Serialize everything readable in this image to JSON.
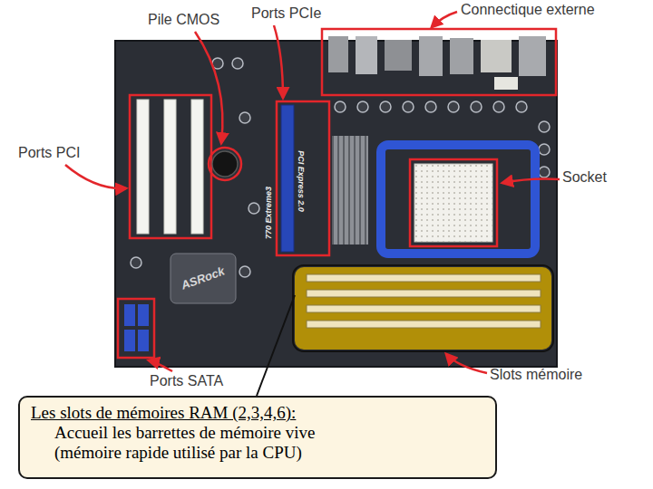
{
  "diagram": {
    "nodes": [
      {
        "text": [
          "Les slots de mémoires RAM (2,3,4,6):",
          "Accueil les barrettes de mémoire vive (mémoire rapide utilisé par la CPU)"
        ]
      }
    ],
    "labels": [
      "Pile CMOS",
      "Ports PCIe",
      "Connectique externe",
      "Ports PCI",
      "PCI Express 2.0",
      "770 Extreme3",
      "ASRock",
      "Socket",
      "Ports SATA",
      "Slots mémoire"
    ]
  }
}
